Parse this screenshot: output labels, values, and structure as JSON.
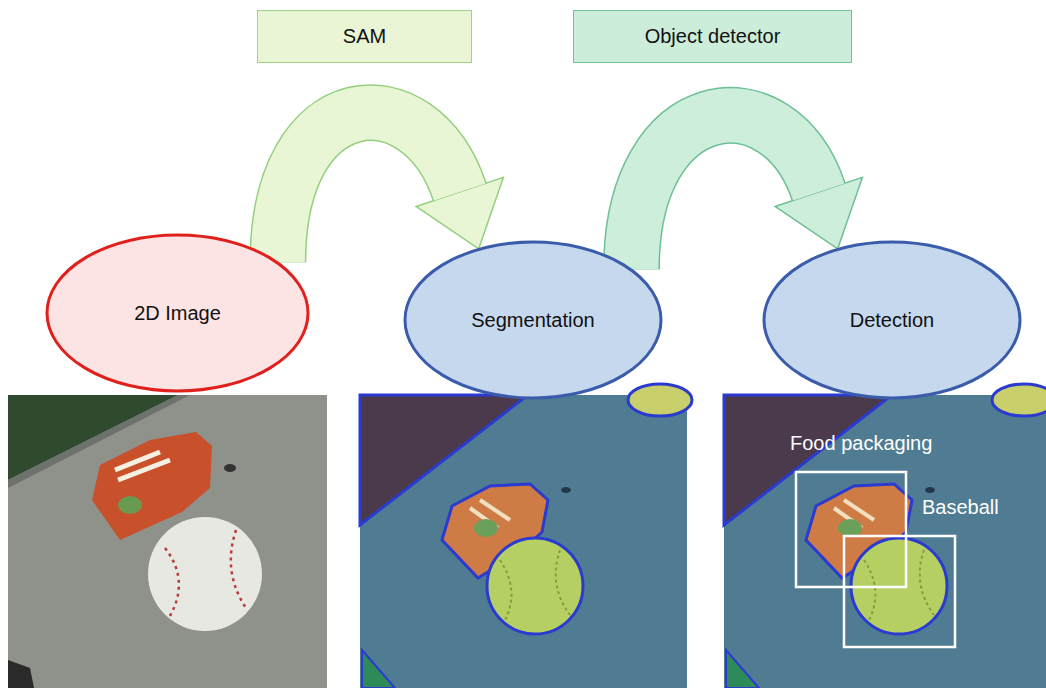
{
  "diagram": {
    "nodes": [
      {
        "text": [
          "SAM"
        ]
      },
      {
        "text": [
          "Object detector"
        ]
      },
      {
        "text": [
          "2D Image"
        ]
      },
      {
        "text": [
          "Segmentation"
        ]
      },
      {
        "text": [
          "Detection"
        ]
      }
    ],
    "edges": [
      {
        "from": 2,
        "to": 3,
        "arrow": "to"
      },
      {
        "from": 3,
        "to": 4,
        "arrow": "to"
      }
    ],
    "labels": [
      "Food packaging",
      "Baseball"
    ]
  }
}
